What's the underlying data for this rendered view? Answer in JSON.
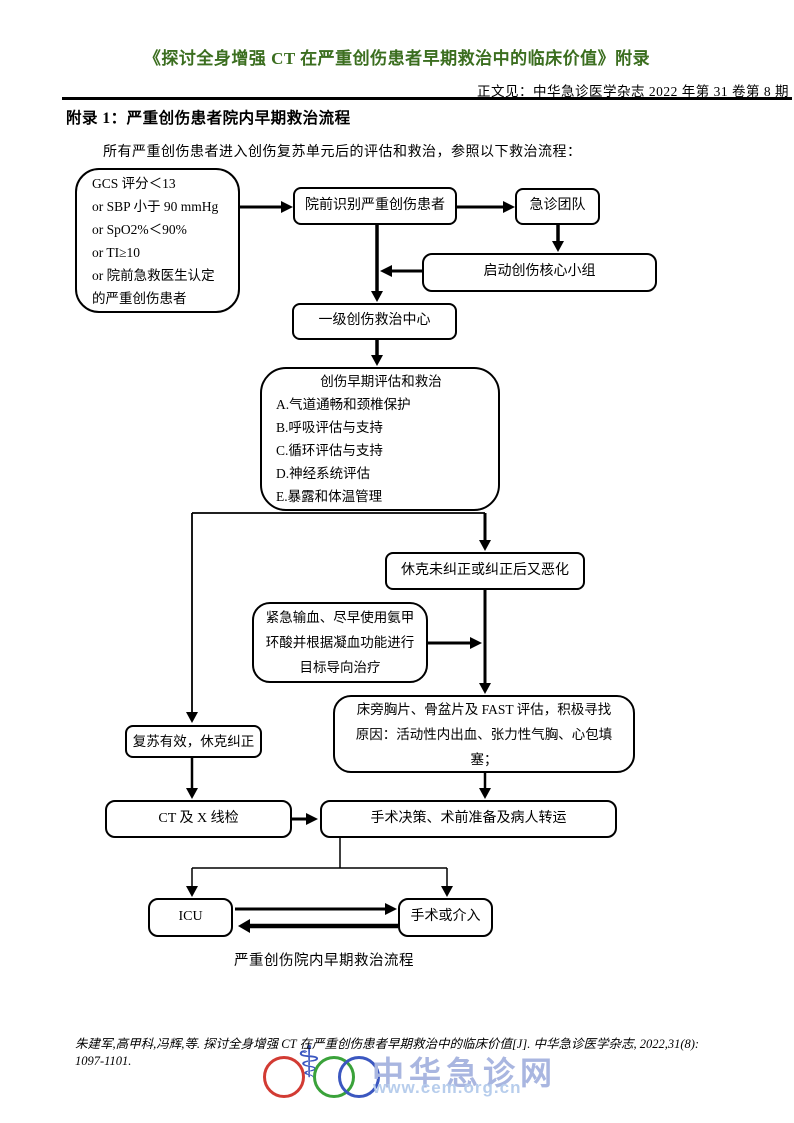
{
  "page": {
    "title": "《探讨全身增强 CT 在严重创伤患者早期救治中的临床价值》附录",
    "source_note": "正文见：中华急诊医学杂志 2022 年第 31 卷第 8 期",
    "section_heading": "附录 1：严重创伤患者院内早期救治流程",
    "intro": "所有严重创伤患者进入创伤复苏单元后的评估和救治，参照以下救治流程：",
    "flow_caption": "严重创伤院内早期救治流程",
    "citation_line1": "朱建军,高甲科,冯辉,等. 探讨全身增强 CT 在严重创伤患者早期救治中的临床价值[J]. 中华急诊医学杂志, 2022,31(8):",
    "citation_line2": "1097-1101."
  },
  "flowchart": {
    "nodes": {
      "criteria": {
        "lines": [
          "GCS 评分＜13",
          "or SBP 小于 90 mmHg",
          "or SpO2%＜90%",
          "or TI≥10",
          "or 院前急救医生认定",
          "的严重创伤患者"
        ]
      },
      "prehospital_id": {
        "label": "院前识别严重创伤患者"
      },
      "ed_team": {
        "label": "急诊团队"
      },
      "activate_team": {
        "label": "启动创伤核心小组"
      },
      "level_one_center": {
        "label": "一级创伤救治中心"
      },
      "early_assessment": {
        "title": "创伤早期评估和救治",
        "lines": [
          "A.气道通畅和颈椎保护",
          "B.呼吸评估与支持",
          "C.循环评估与支持",
          "D.神经系统评估",
          "E.暴露和体温管理"
        ]
      },
      "shock_uncorrected": {
        "label": "休克未纠正或纠正后又恶化"
      },
      "transfusion": {
        "lines": [
          "紧急输血、尽早使用氨甲",
          "环酸并根据凝血功能进行",
          "目标导向治疗"
        ]
      },
      "resus_effective": {
        "label": "复苏有效，休克纠正"
      },
      "bedside_imaging": {
        "lines": [
          "床旁胸片、骨盆片及 FAST 评估，积极寻找",
          "原因：活动性内出血、张力性气胸、心包填",
          "塞；"
        ]
      },
      "ct_xray": {
        "label": "CT 及 X 线检"
      },
      "surgery_decision": {
        "label": "手术决策、术前准备及病人转运"
      },
      "icu": {
        "label": "ICU"
      },
      "surgery_intervention": {
        "label": "手术或介入"
      }
    }
  },
  "watermark": {
    "site_name": "中华急诊网",
    "site_url": "www.cem.org.cn",
    "caduceus_glyph": "⚕",
    "colors": {
      "ring_red": "#d23b33",
      "ring_green": "#3aa23a",
      "ring_blue": "#3b57c0",
      "name_text": "#a9b6e0",
      "url_text": "#b7cdec"
    }
  },
  "colors": {
    "title_green": "#3b6e1f",
    "rule_black": "#000000"
  }
}
